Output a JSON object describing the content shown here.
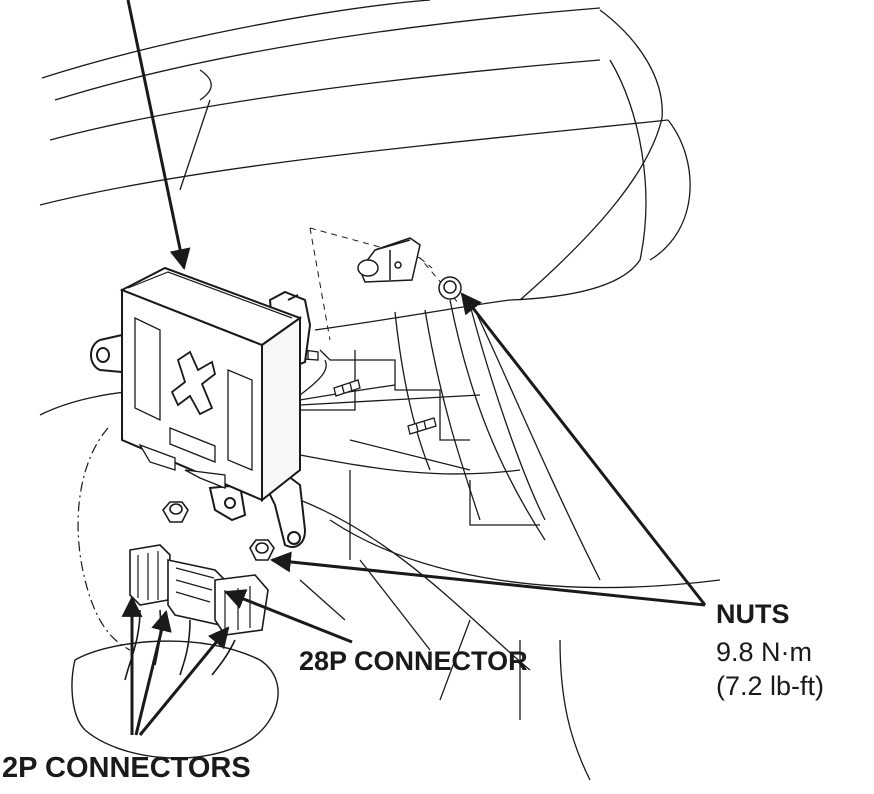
{
  "labels": {
    "nuts": "NUTS",
    "torque_nm": "9.8 N·m",
    "torque_lbft": "(7.2 lb-ft)",
    "connector_28p": "28P CONNECTOR",
    "connectors_2p": "2P CONNECTORS"
  },
  "colors": {
    "line": "#1a1a1a",
    "fill": "#ffffff",
    "shade": "#f0f0f0"
  }
}
